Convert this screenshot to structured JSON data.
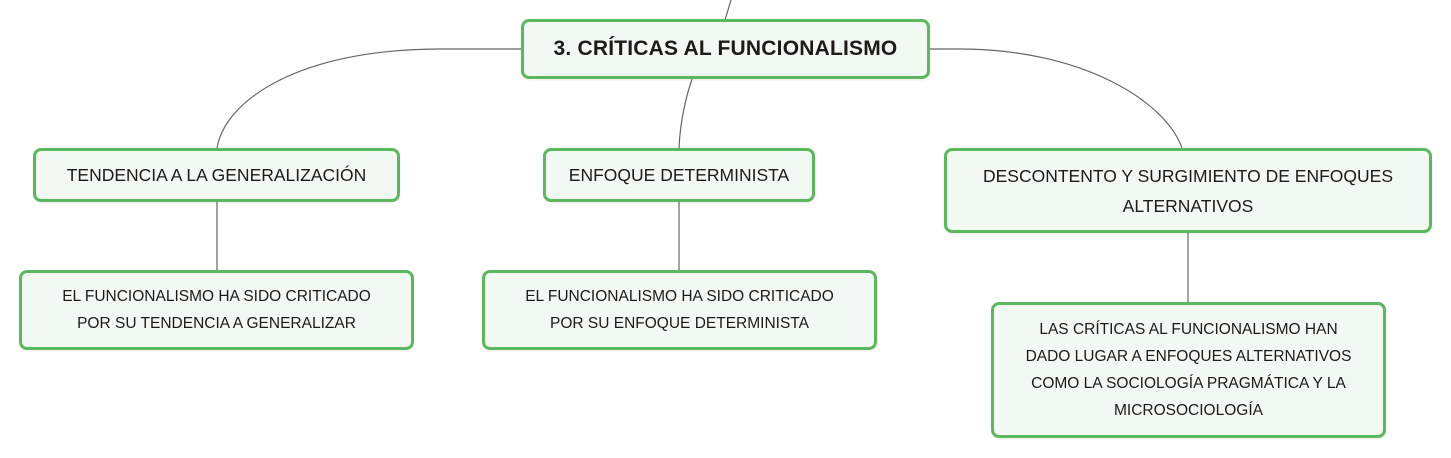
{
  "colors": {
    "node_border": "#5cb85c",
    "node_fill": "#f2f8f2",
    "connector": "#666666"
  },
  "root": {
    "label": "3. CRÍTICAS AL FUNCIONALISMO"
  },
  "branches": [
    {
      "label": "TENDENCIA A LA GENERALIZACIÓN",
      "child": "EL FUNCIONALISMO HA SIDO CRITICADO\nPOR SU TENDENCIA A GENERALIZAR"
    },
    {
      "label": "ENFOQUE DETERMINISTA",
      "child": "EL FUNCIONALISMO HA SIDO CRITICADO\nPOR SU ENFOQUE DETERMINISTA"
    },
    {
      "label": "DESCONTENTO Y SURGIMIENTO DE ENFOQUES\nALTERNATIVOS",
      "child": "LAS CRÍTICAS AL FUNCIONALISMO HAN\nDADO LUGAR A ENFOQUES ALTERNATIVOS\nCOMO LA SOCIOLOGÍA PRAGMÁTICA Y LA\nMICROSOCIOLOGÍA"
    }
  ]
}
